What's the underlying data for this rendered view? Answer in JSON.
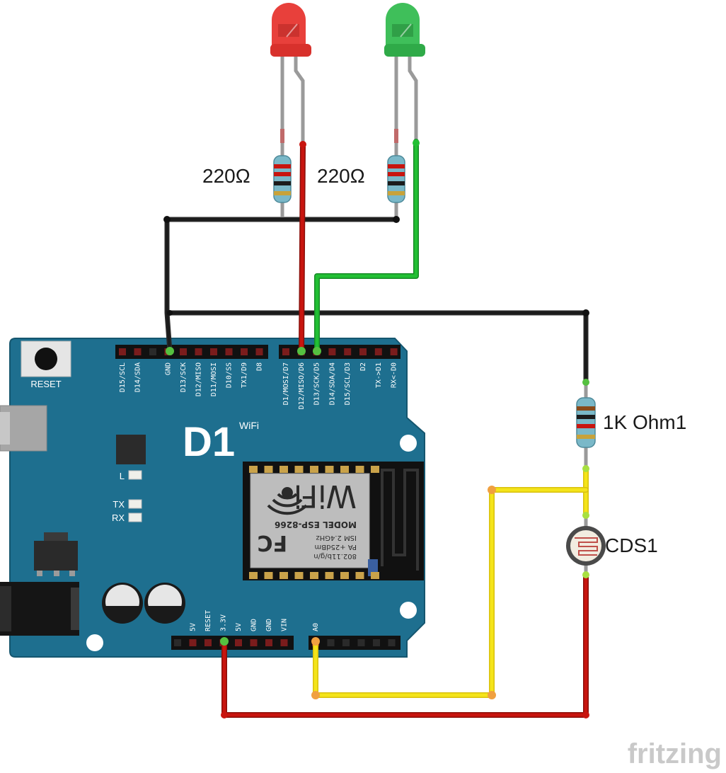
{
  "labels": {
    "r1": "220Ω",
    "r2": "220Ω",
    "r3": "1K Ohm1",
    "cds": "CDS1",
    "reset": "RESET",
    "led_l": "L",
    "led_tx": "TX",
    "led_rx": "RX",
    "board_logo": "D1",
    "board_wifi": "WiFi",
    "watermark": "fritzing"
  },
  "top_header_pins_left": [
    "D15/SCL",
    "D14/SDA",
    "",
    "GND",
    "D13/SCK",
    "D12/MISO",
    "D11/MOSI",
    "D10/SS",
    "TX1/D9",
    "D8"
  ],
  "top_header_pins_right": [
    "D1/MOSI/D7",
    "D12/MISO/D6",
    "D13/SCK/D5",
    "D14/SDA/D4",
    "D15/SCL/D3",
    "D2",
    "TX->D1",
    "RX<-D0"
  ],
  "bottom_header_pins_left": [
    "",
    "5V",
    "RESET",
    "3.3V",
    "5V",
    "GND",
    "GND",
    "VIN"
  ],
  "bottom_header_pins_right": [
    "A0",
    "",
    "",
    "",
    "",
    ""
  ],
  "module": {
    "line1": "802.11b/g/n",
    "line2": "PA +25dBm",
    "line3": "ISM 2.4GHz",
    "line4": "MODEL ESP-8266",
    "logo": "FC",
    "wifi": "WiFi"
  },
  "colors": {
    "board": "#1e6f8f",
    "wire_black": "#1c1c1c",
    "wire_red": "#c8150f",
    "wire_green": "#22b534",
    "wire_yellow": "#f4e11a",
    "led_red": "#e8403b",
    "led_green": "#3fbf5a"
  }
}
